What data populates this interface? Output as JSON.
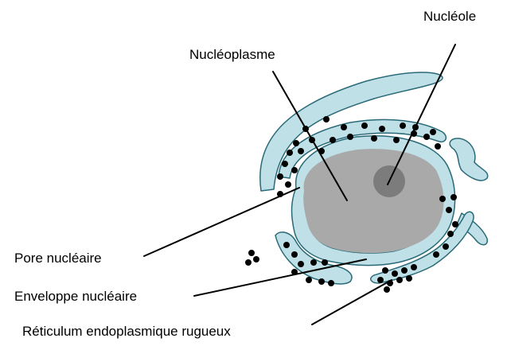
{
  "labels": {
    "nucleole": "Nucléole",
    "nucleoplasme": "Nucléoplasme",
    "pore": "Pore nucléaire",
    "enveloppe": "Enveloppe nucléaire",
    "reticulum": "Réticulum endoplasmique rugueux"
  },
  "colors": {
    "membrane_fill": "#bfe0e6",
    "membrane_stroke": "#2a6a78",
    "nucleoplasm": "#a9a9a9",
    "nucleolus": "#7c7c7c",
    "ribosome": "#000000",
    "leader": "#000000"
  }
}
